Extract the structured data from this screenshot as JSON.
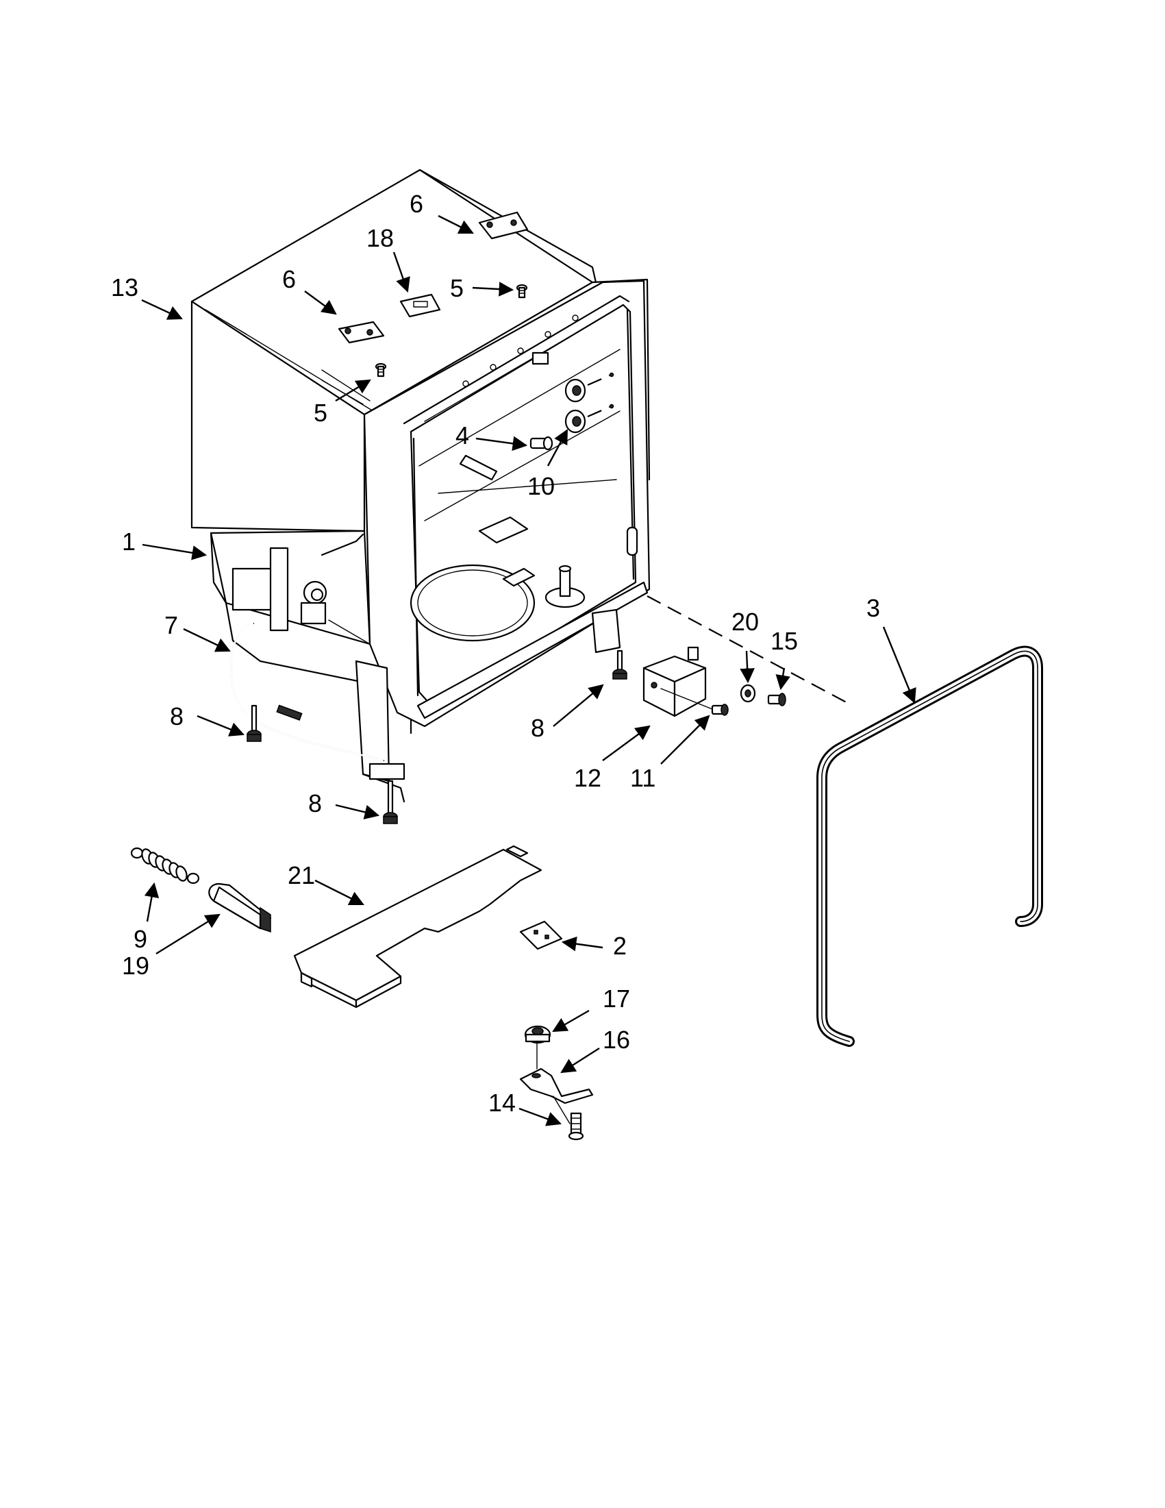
{
  "diagram": {
    "callouts": [
      {
        "id": "c1",
        "label": "1"
      },
      {
        "id": "c2",
        "label": "2"
      },
      {
        "id": "c3",
        "label": "3"
      },
      {
        "id": "c4",
        "label": "4"
      },
      {
        "id": "c5a",
        "label": "5"
      },
      {
        "id": "c5b",
        "label": "5"
      },
      {
        "id": "c6a",
        "label": "6"
      },
      {
        "id": "c6b",
        "label": "6"
      },
      {
        "id": "c7",
        "label": "7"
      },
      {
        "id": "c8a",
        "label": "8"
      },
      {
        "id": "c8b",
        "label": "8"
      },
      {
        "id": "c8c",
        "label": "8"
      },
      {
        "id": "c9",
        "label": "9"
      },
      {
        "id": "c10",
        "label": "10"
      },
      {
        "id": "c11",
        "label": "11"
      },
      {
        "id": "c12",
        "label": "12"
      },
      {
        "id": "c13",
        "label": "13"
      },
      {
        "id": "c14",
        "label": "14"
      },
      {
        "id": "c15",
        "label": "15"
      },
      {
        "id": "c16",
        "label": "16"
      },
      {
        "id": "c17",
        "label": "17"
      },
      {
        "id": "c18",
        "label": "18"
      },
      {
        "id": "c19",
        "label": "19"
      },
      {
        "id": "c20",
        "label": "20"
      },
      {
        "id": "c21",
        "label": "21"
      }
    ]
  }
}
